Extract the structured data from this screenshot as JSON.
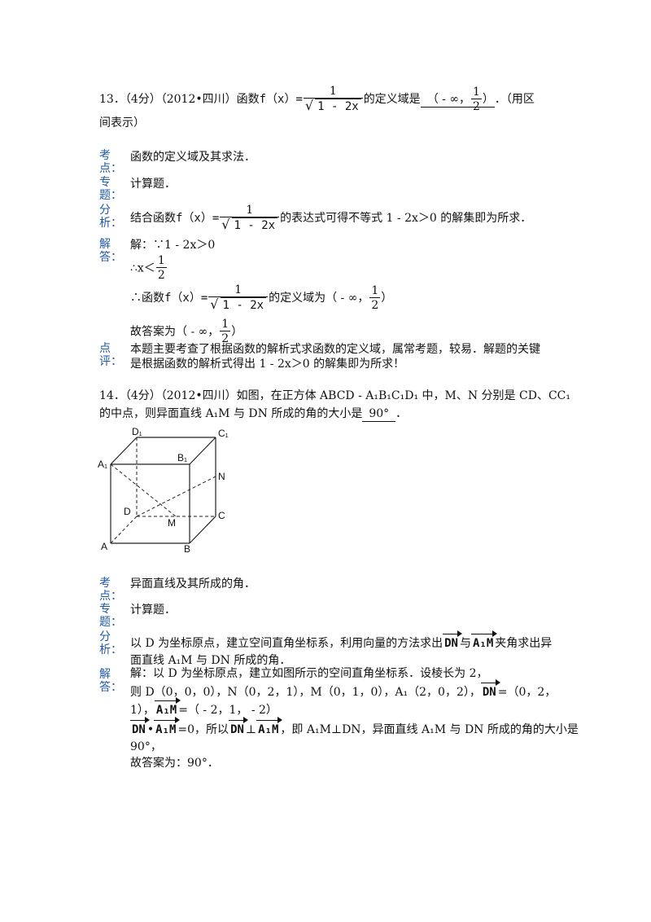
{
  "q13": {
    "stem_prefix": "13．（4分）（2012•四川）函数",
    "fx": "f（x）=",
    "frac_num": "1",
    "frac_den": "1 - 2x",
    "stem_mid": "的定义域是",
    "answer_a": "（ - ∞，",
    "answer_num": "1",
    "answer_den": "2",
    "answer_b": "）",
    "stem_suffix": "．（用区",
    "stem_line2": "间表示）",
    "label_kaodian": "考点：",
    "kaodian": "函数的定义域及其求法．",
    "label_zhuanti": "专题：",
    "zhuanti": "计算题．",
    "label_fenxi": "分析：",
    "fenxi_a": "结合函数",
    "fenxi_b": "的表达式可得不等式 1 - 2x＞0 的解集即为所求．",
    "label_jieda": "解答：",
    "jie_1": "解：∵1 - 2x＞0",
    "jie_2_pre": "∴x＜",
    "jie_3_pre": "∴函数",
    "jie_3_post": "的定义域为（ - ∞，",
    "jie_3_end": "）",
    "jie_4_pre": "故答案为（ - ∞，",
    "jie_4_end": "）",
    "label_dianping": "点评：",
    "dianping_1": "本题主要考查了根据函数的解析式求函数的定义域，属常考题，较易．解题的关键",
    "dianping_2": "是根据函数的解析式得出 1 - 2x＞0 的解集即为所求！"
  },
  "q14": {
    "stem_1": "14．（4分）（2012•四川）如图，在正方体 ABCD - A₁B₁C₁D₁ 中，M、N 分别是 CD、CC₁",
    "stem_2_pre": "的中点，则异面直线 A₁M 与 DN 所成的角的大小是",
    "answer": "90°",
    "stem_2_post": "．",
    "figure_labels": {
      "D1": "D₁",
      "C1": "C₁",
      "A1": "A₁",
      "B1": "B₁",
      "N": "N",
      "D": "D",
      "M": "M",
      "C": "C",
      "A": "A",
      "B": "B"
    },
    "label_kaodian": "考点：",
    "kaodian": "异面直线及其所成的角．",
    "label_zhuanti": "专题：",
    "zhuanti": "计算题．",
    "label_fenxi": "分析：",
    "fenxi_1a": "以 D 为坐标原点，建立空间直角坐标系，利用向量的方法求出",
    "vec_DN": "DN",
    "fenxi_1b": "与",
    "vec_A1M": "A₁M",
    "fenxi_1c": "夹角求出异",
    "fenxi_2": "面直线 A₁M 与 DN 所成的角．",
    "label_jieda": "解答：",
    "jie_1": "解：以 D 为坐标原点，建立如图所示的空间直角坐标系．设棱长为 2，",
    "jie_2a": "则 D（0，0，0），N（0，2，1），M（0，1，0），A₁（2，0，2），",
    "jie_2b": "=（0，2，",
    "jie_3a": "1），",
    "jie_3b": "=（ - 2，1， - 2）",
    "jie_4a": "•",
    "jie_4b": "=0，所以",
    "jie_4c": "⊥",
    "jie_4d": "，即 A₁M⊥DN，异面直线 A₁M 与 DN 所成的角的大小是",
    "jie_5": "90°，",
    "jie_6": "故答案为：90°．"
  }
}
